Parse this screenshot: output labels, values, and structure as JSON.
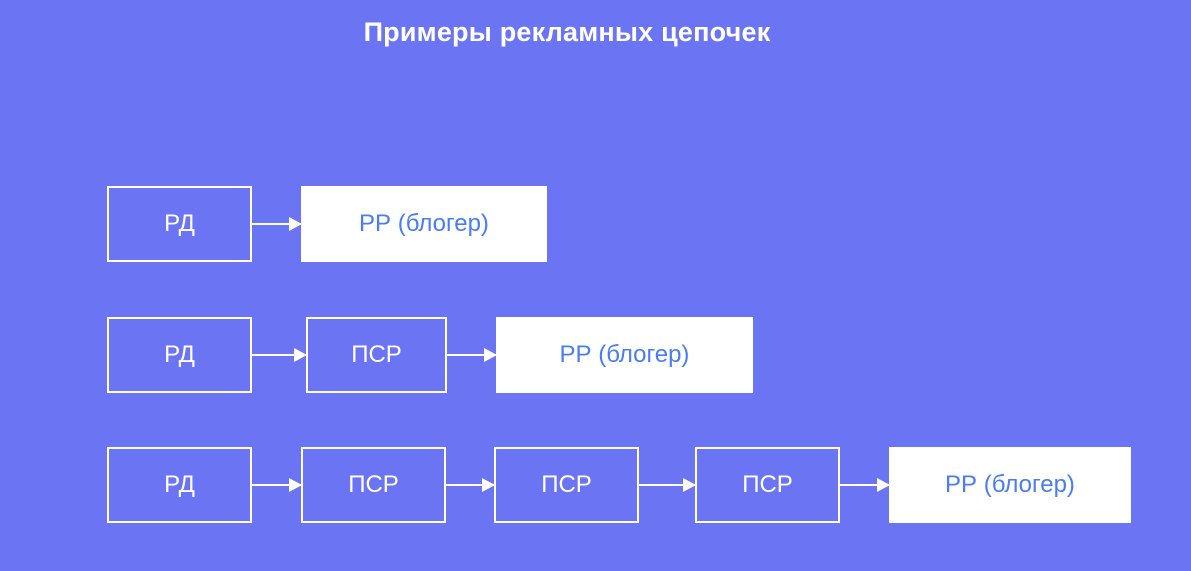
{
  "title": "Примеры рекламных цепочек",
  "colors": {
    "background": "#6b75f4",
    "box_text_blue": "#4a7cf4",
    "white": "#ffffff"
  },
  "rows": [
    {
      "nodes": [
        {
          "label": "РД",
          "type": "outlined"
        },
        {
          "label": "РР (блогер)",
          "type": "filled"
        }
      ]
    },
    {
      "nodes": [
        {
          "label": "РД",
          "type": "outlined"
        },
        {
          "label": "ПСР",
          "type": "outlined"
        },
        {
          "label": "РР (блогер)",
          "type": "filled"
        }
      ]
    },
    {
      "nodes": [
        {
          "label": "РД",
          "type": "outlined"
        },
        {
          "label": "ПСР",
          "type": "outlined"
        },
        {
          "label": "ПСР",
          "type": "outlined"
        },
        {
          "label": "ПСР",
          "type": "outlined"
        },
        {
          "label": "РР (блогер)",
          "type": "filled"
        }
      ]
    }
  ]
}
